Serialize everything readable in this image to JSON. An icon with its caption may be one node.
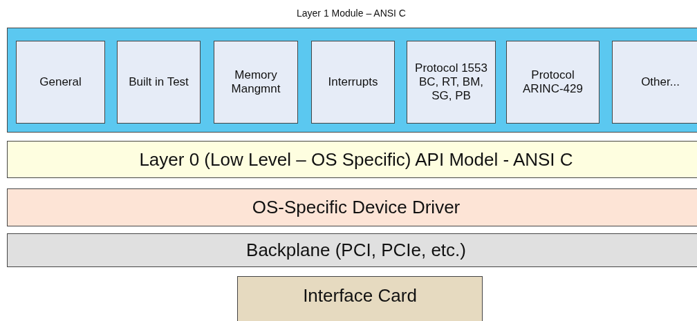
{
  "diagram": {
    "nodes": [
      {
        "text": [
          "Layer 1 Module – ANSI C"
        ]
      },
      {
        "text": [
          "General"
        ],
        "in": 0
      },
      {
        "text": [
          "Built in Test"
        ],
        "in": 0
      },
      {
        "text": [
          "Memory Mangmnt"
        ],
        "in": 0
      },
      {
        "text": [
          "Interrupts"
        ],
        "in": 0
      },
      {
        "text": [
          "Protocol 1553 BC, RT, BM, SG, PB"
        ],
        "in": 0
      },
      {
        "text": [
          "Protocol ARINC-429"
        ],
        "in": 0
      },
      {
        "text": [
          "Other..."
        ],
        "in": 0
      },
      {
        "text": [
          "Layer 0 (Low Level – OS Specific) API Model - ANSI C"
        ]
      },
      {
        "text": [
          "OS-Specific Device Driver"
        ]
      },
      {
        "text": [
          "Backplane (PCI, PCIe, etc.)"
        ]
      },
      {
        "text": [
          "Interface Card"
        ]
      }
    ]
  }
}
